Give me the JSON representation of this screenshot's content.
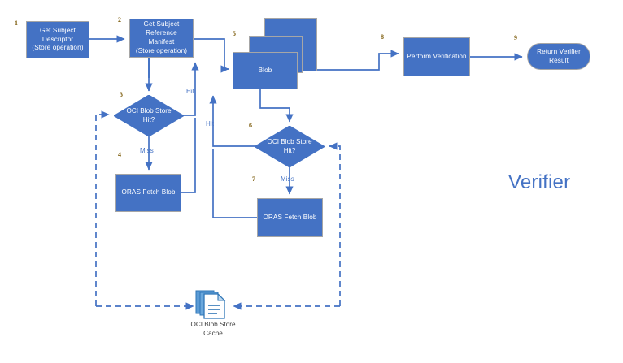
{
  "diagram": {
    "title": "Verifier",
    "nodes": [
      {
        "id": "n1",
        "num": "1",
        "label": "Get Subject Descriptor (Store operation)",
        "line1": "Get Subject",
        "line2": "Descriptor",
        "line3": "(Store operation)",
        "shape": "process"
      },
      {
        "id": "n2",
        "num": "2",
        "label": "Get Subject Reference Manifest (Store operation)",
        "line1": "Get Subject",
        "line2": "Reference Manifest",
        "line3": "(Store operation)",
        "shape": "process"
      },
      {
        "id": "n3",
        "num": "3",
        "label": "OCI Blob Store Hit?",
        "line1": "OCI Blob Store",
        "line2": "Hit?",
        "shape": "decision"
      },
      {
        "id": "n4",
        "num": "4",
        "label": "ORAS Fetch Blob",
        "shape": "process"
      },
      {
        "id": "n5",
        "num": "5",
        "label": "Blob",
        "shape": "stacked-data"
      },
      {
        "id": "n6",
        "num": "6",
        "label": "OCI Blob Store Hit?",
        "line1": "OCI Blob Store",
        "line2": "Hit?",
        "shape": "decision"
      },
      {
        "id": "n7",
        "num": "7",
        "label": "ORAS Fetch Blob",
        "shape": "process"
      },
      {
        "id": "n8",
        "num": "8",
        "label": "Perform Verification",
        "shape": "process"
      },
      {
        "id": "n9",
        "num": "9",
        "label": "Return Verifier Result",
        "line1": "Return Verifier",
        "line2": "Result",
        "shape": "terminator"
      }
    ],
    "edge_labels": {
      "hit_1": "Hit",
      "miss_1": "Miss",
      "hit_2": "Hit",
      "miss_2": "Miss"
    },
    "cache": {
      "label_line1": "OCI Blob Store",
      "label_line2": "Cache",
      "icon": "documents-stack-icon"
    },
    "colors": {
      "node_fill": "#4472c4",
      "node_stroke": "#a6a6a6",
      "connector": "#4472c4",
      "step_number": "#7f5f10",
      "title": "#4472c4",
      "cache_icon": "#3b8ed0",
      "cache_label": "#404040",
      "background": "#ffffff"
    }
  }
}
